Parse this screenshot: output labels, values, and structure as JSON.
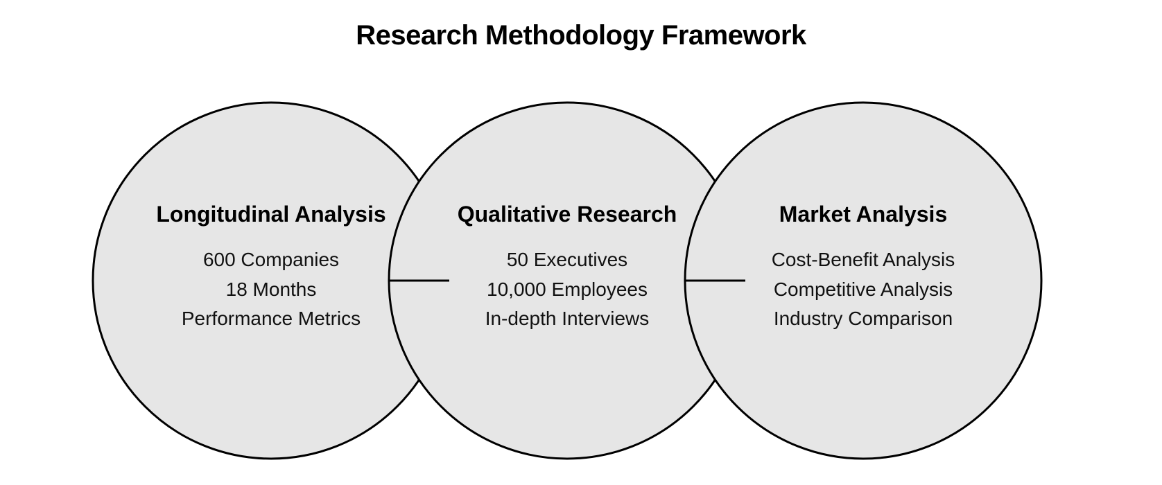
{
  "title": "Research Methodology Framework",
  "colors": {
    "circle_fill": "#e6e6e6",
    "stroke": "#000000",
    "text": "#000000"
  },
  "circles": [
    {
      "title": "Longitudinal Analysis",
      "items": [
        "600 Companies",
        "18 Months",
        "Performance Metrics"
      ]
    },
    {
      "title": "Qualitative Research",
      "items": [
        "50 Executives",
        "10,000 Employees",
        "In-depth Interviews"
      ]
    },
    {
      "title": "Market Analysis",
      "items": [
        "Cost-Benefit Analysis",
        "Competitive Analysis",
        "Industry Comparison"
      ]
    }
  ]
}
